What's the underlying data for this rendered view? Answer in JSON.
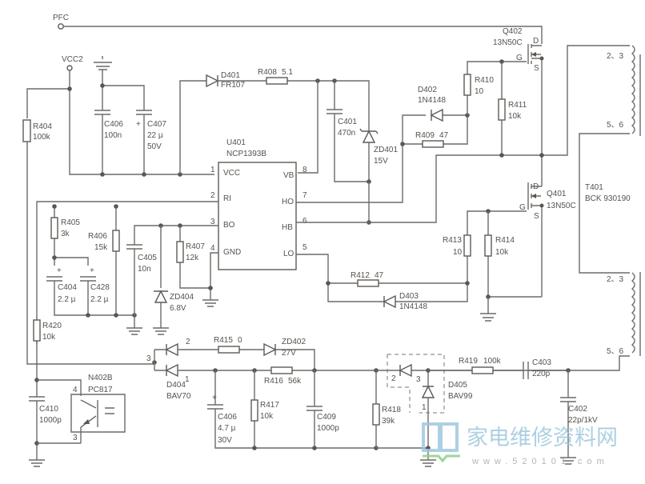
{
  "title": "NCP1393B half-bridge LLC power supply schematic",
  "nets": {
    "pfc": "PFC",
    "vcc2": "VCC2"
  },
  "ic": {
    "ref": "U401",
    "part": "NCP1393B",
    "pins": [
      {
        "num": "1",
        "name": "VCC"
      },
      {
        "num": "2",
        "name": "RI"
      },
      {
        "num": "3",
        "name": "BO"
      },
      {
        "num": "4",
        "name": "GND"
      },
      {
        "num": "8",
        "name": "VB"
      },
      {
        "num": "7",
        "name": "HO"
      },
      {
        "num": "6",
        "name": "HB"
      },
      {
        "num": "5",
        "name": "LO"
      }
    ]
  },
  "components": {
    "r404": {
      "ref": "R404",
      "value": "100k"
    },
    "c406a": {
      "ref": "C406",
      "value": "100n"
    },
    "c407": {
      "ref": "C407",
      "value": "22 µ",
      "rating": "50V"
    },
    "d401": {
      "ref": "D401",
      "value": "FR107"
    },
    "r408": {
      "ref": "R408",
      "value": "5.1"
    },
    "c401": {
      "ref": "C401",
      "value": "470n"
    },
    "zd401": {
      "ref": "ZD401",
      "value": "15V"
    },
    "d402": {
      "ref": "D402",
      "value": "1N4148"
    },
    "r409": {
      "ref": "R409",
      "value": "47"
    },
    "r410": {
      "ref": "R410",
      "value": "10"
    },
    "r411": {
      "ref": "R411",
      "value": "10k"
    },
    "q402": {
      "ref": "Q402",
      "value": "13N50C",
      "d": "D",
      "g": "G",
      "s": "S"
    },
    "q401": {
      "ref": "Q401",
      "value": "13N50C",
      "d": "D",
      "g": "G",
      "s": "S"
    },
    "t401": {
      "ref": "T401",
      "value": "BCK 930190",
      "pins_top_a": "2、3",
      "pins_top_b": "5、6",
      "pins_bot_a": "2、3",
      "pins_bot_b": "5、6"
    },
    "r413": {
      "ref": "R413",
      "value": "10"
    },
    "r414": {
      "ref": "R414",
      "value": "10k"
    },
    "r412": {
      "ref": "R412",
      "value": "47"
    },
    "d403": {
      "ref": "D403",
      "value": "1N4148"
    },
    "r405": {
      "ref": "R405",
      "value": "3k"
    },
    "r406": {
      "ref": "R406",
      "value": "15k"
    },
    "c404": {
      "ref": "C404",
      "value": "2.2 µ"
    },
    "c428": {
      "ref": "C428",
      "value": "2.2 µ"
    },
    "c405": {
      "ref": "C405",
      "value": "10n"
    },
    "zd404": {
      "ref": "ZD404",
      "value": "6.8V"
    },
    "r407": {
      "ref": "R407",
      "value": "12k"
    },
    "r420": {
      "ref": "R420",
      "value": "10k"
    },
    "n402b": {
      "ref": "N402B",
      "value": "PC817",
      "pin_a": "4",
      "pin_b": "3"
    },
    "c410": {
      "ref": "C410",
      "value": "1000p"
    },
    "d404": {
      "ref": "D404",
      "value": "BAV70",
      "pin1": "1",
      "pin2": "2",
      "pin3": "3"
    },
    "r415": {
      "ref": "R415",
      "value": "0"
    },
    "zd402": {
      "ref": "ZD402",
      "value": "27V"
    },
    "r416": {
      "ref": "R416",
      "value": "56k"
    },
    "c406b": {
      "ref": "C406",
      "value": "4.7 µ",
      "rating": "30V"
    },
    "r417": {
      "ref": "R417",
      "value": "10k"
    },
    "c409": {
      "ref": "C409",
      "value": "1000p"
    },
    "r418": {
      "ref": "R418",
      "value": "39k"
    },
    "d405": {
      "ref": "D405",
      "value": "BAV99",
      "pin1": "1",
      "pin2": "2",
      "pin3": "3"
    },
    "r419": {
      "ref": "R419",
      "value": "100k"
    },
    "c403": {
      "ref": "C403",
      "value": "220p"
    },
    "c402": {
      "ref": "C402",
      "value": "22p/1kV"
    }
  },
  "watermark": {
    "cn": "家电维修资料网",
    "url": "www.520101.com"
  },
  "colors": {
    "line": "#6e6a66",
    "text": "#55524e",
    "watermark": "#9fc8dd",
    "watermark_red": "#e07070"
  }
}
